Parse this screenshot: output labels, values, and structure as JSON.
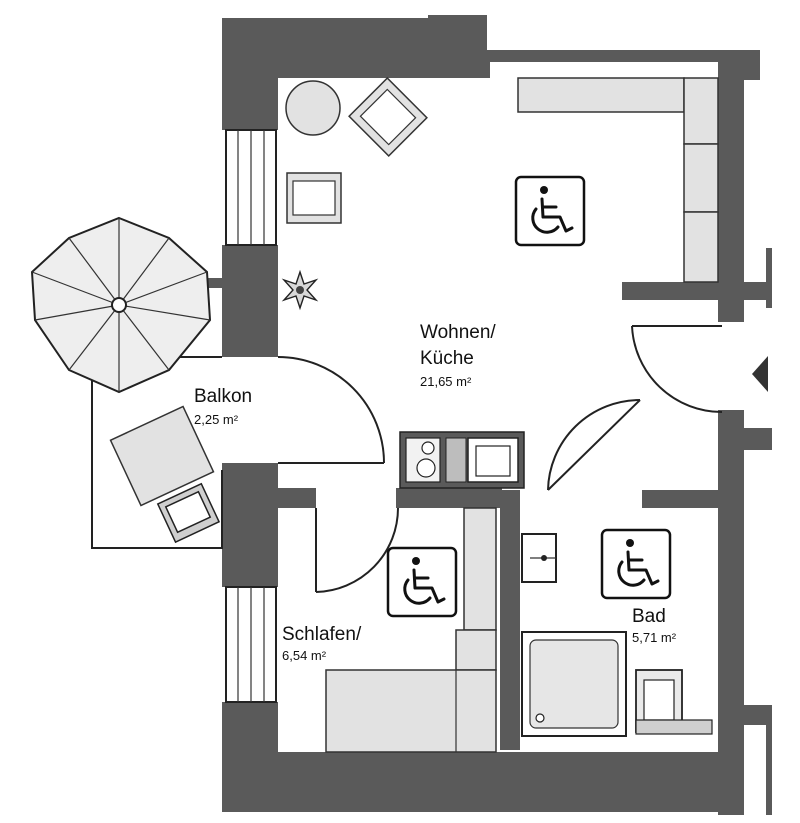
{
  "floorplan": {
    "rooms": {
      "wohnen": {
        "name_line1": "Wohnen/",
        "name_line2": "Küche",
        "area": "21,65 m²"
      },
      "balkon": {
        "name": "Balkon",
        "area": "2,25 m²"
      },
      "schlafen": {
        "name": "Schlafen/",
        "area": "6,54 m²"
      },
      "bad": {
        "name": "Bad",
        "area": "5,71 m²"
      }
    },
    "icons": {
      "accessible": "wheelchair-icon",
      "umbrella": "parasol-icon",
      "plant": "plant-icon"
    },
    "colors": {
      "wall": "#5a5a5a",
      "furniture": "#e2e2e2",
      "background": "#ffffff"
    }
  }
}
